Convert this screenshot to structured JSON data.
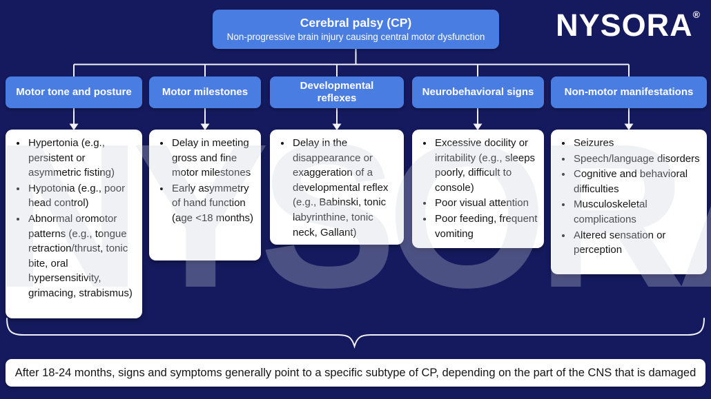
{
  "logo": {
    "text": "NYSORA",
    "registered": "®"
  },
  "root_box": {
    "title": "Cerebral palsy (CP)",
    "subtitle": "Non-progressive brain injury causing central motor dysfunction"
  },
  "columns": [
    {
      "label": "Motor tone and posture",
      "bullets": [
        "Hypertonia (e.g., persistent or asymmetric fisting)",
        "Hypotonia (e.g., poor head control)",
        "Abnormal oromotor patterns (e.g., tongue retraction/thrust, tonic bite, oral hypersensitivity, grimacing, strabismus)"
      ]
    },
    {
      "label": "Motor milestones",
      "bullets": [
        "Delay in meeting gross and fine motor milestones",
        "Early asymmetry of hand function (age <18 months)"
      ]
    },
    {
      "label": "Developmental reflexes",
      "bullets": [
        "Delay in the disappearance or exaggeration of a developmental reflex (e.g., Babinski, tonic labyrinthine, tonic neck, Gallant)"
      ]
    },
    {
      "label": "Neurobehavioral signs",
      "bullets": [
        "Excessive docility or irritability (e.g., sleeps poorly, difficult to console)",
        "Poor visual attention",
        "Poor feeding, frequent vomiting"
      ]
    },
    {
      "label": "Non-motor manifestations",
      "bullets": [
        "Seizures",
        "Speech/language disorders",
        "Cognitive and behavioral difficulties",
        "Musculoskeletal complications",
        "Altered sensation or perception"
      ]
    }
  ],
  "footer": {
    "text": "After 18-24 months, signs and symptoms generally point to a specific subtype of CP, depending on the part of the CNS that is damaged"
  },
  "watermark": {
    "text": "NYSORA",
    "copyright": "©"
  },
  "colors": {
    "background": "#151a5e",
    "node_blue": "#4a7de2",
    "connector": "#f2f3f8",
    "card_white": "#ffffff",
    "text_dark": "#141414"
  }
}
